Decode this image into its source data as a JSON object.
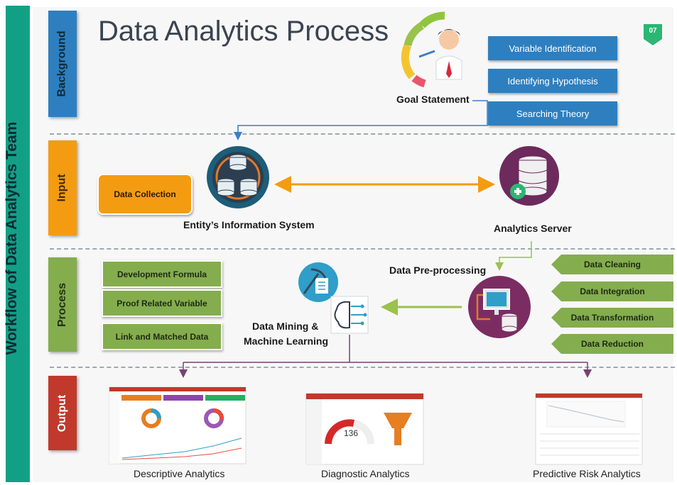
{
  "sidebar": {
    "title": "Workflow of Data Analytics Team"
  },
  "header": {
    "title": "Data Analytics Process",
    "badge": "07"
  },
  "stages": {
    "background": "Background",
    "input": "Input",
    "process": "Process",
    "output": "Output"
  },
  "stage_colors": {
    "background": "#2e7fbf",
    "input": "#f39c12",
    "process": "#84ad4e",
    "output": "#c0392b"
  },
  "background": {
    "goal_statement": "Goal Statement",
    "boxes": [
      "Variable Identification",
      "Identifying Hypothesis",
      "Searching Theory"
    ]
  },
  "input": {
    "data_collection": "Data Collection",
    "entity_system": "Entity’s Information System",
    "analytics_server": "Analytics Server"
  },
  "process": {
    "left_boxes": [
      "Development Formula",
      "Proof Related Variable",
      "Link and Matched Data"
    ],
    "mining_label_line1": "Data Mining &",
    "mining_label_line2": "Machine Learning",
    "preprocessing": "Data Pre-processing",
    "right_tags": [
      "Data Cleaning",
      "Data Integration",
      "Data Transformation",
      "Data Reduction"
    ]
  },
  "output": {
    "items": [
      "Descriptive Analytics",
      "Diagnostic Analytics",
      "Predictive Risk Analytics"
    ],
    "gauge_value": "136"
  },
  "icons": {
    "goal": "speedometer-person-icon",
    "entity": "database-stack-icon",
    "server": "database-add-icon",
    "mining": "pickaxe-document-icon",
    "brain": "brain-circuit-icon",
    "preprocess": "monitor-database-icon"
  }
}
